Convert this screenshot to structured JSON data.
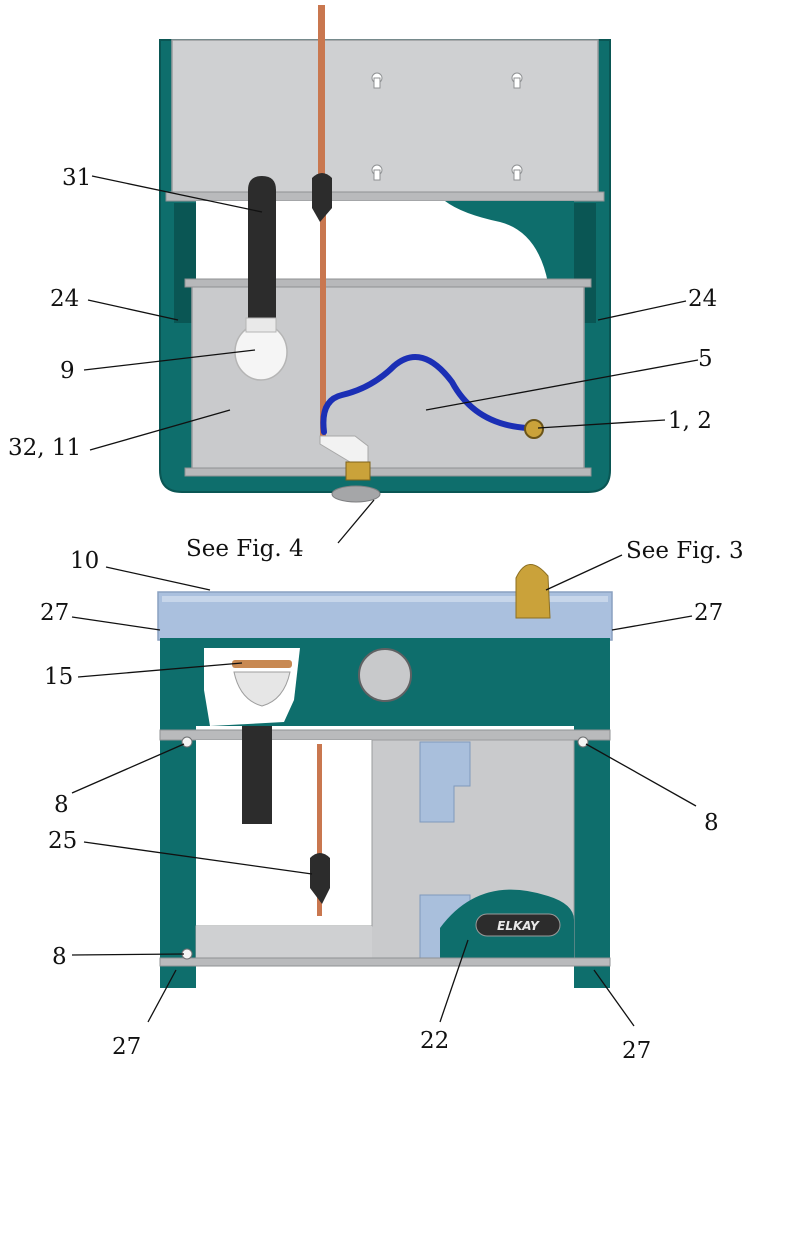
{
  "colors": {
    "teal": "#0e6e6c",
    "teal_dark": "#0a5654",
    "panel_gray": "#c9cacc",
    "panel_gray_light": "#d8d9db",
    "copper": "#c9774f",
    "tube_blue": "#1b2fb5",
    "hose_black": "#2c2c2c",
    "brass": "#caa23a",
    "light_blue": "#a9bfdc",
    "tray_blue": "#aac0de"
  },
  "icons": {
    "brand_badge": "elkay-logo"
  },
  "brand": {
    "logo_text": "ELKAY"
  },
  "callouts": {
    "top": {
      "c31": "31",
      "c24_left": "24",
      "c24_right": "24",
      "c9": "9",
      "c5": "5",
      "c32_11": "32, 11",
      "c1_2": "1, 2",
      "see_fig4": "See Fig. 4"
    },
    "bottom": {
      "c10": "10",
      "see_fig3": "See Fig. 3",
      "c27_upper_left": "27",
      "c27_upper_right": "27",
      "c15": "15",
      "c8_left": "8",
      "c8_right": "8",
      "c25": "25",
      "c8_lower_left": "8",
      "c27_lower_left": "27",
      "c22": "22",
      "c27_lower_right": "27"
    }
  }
}
